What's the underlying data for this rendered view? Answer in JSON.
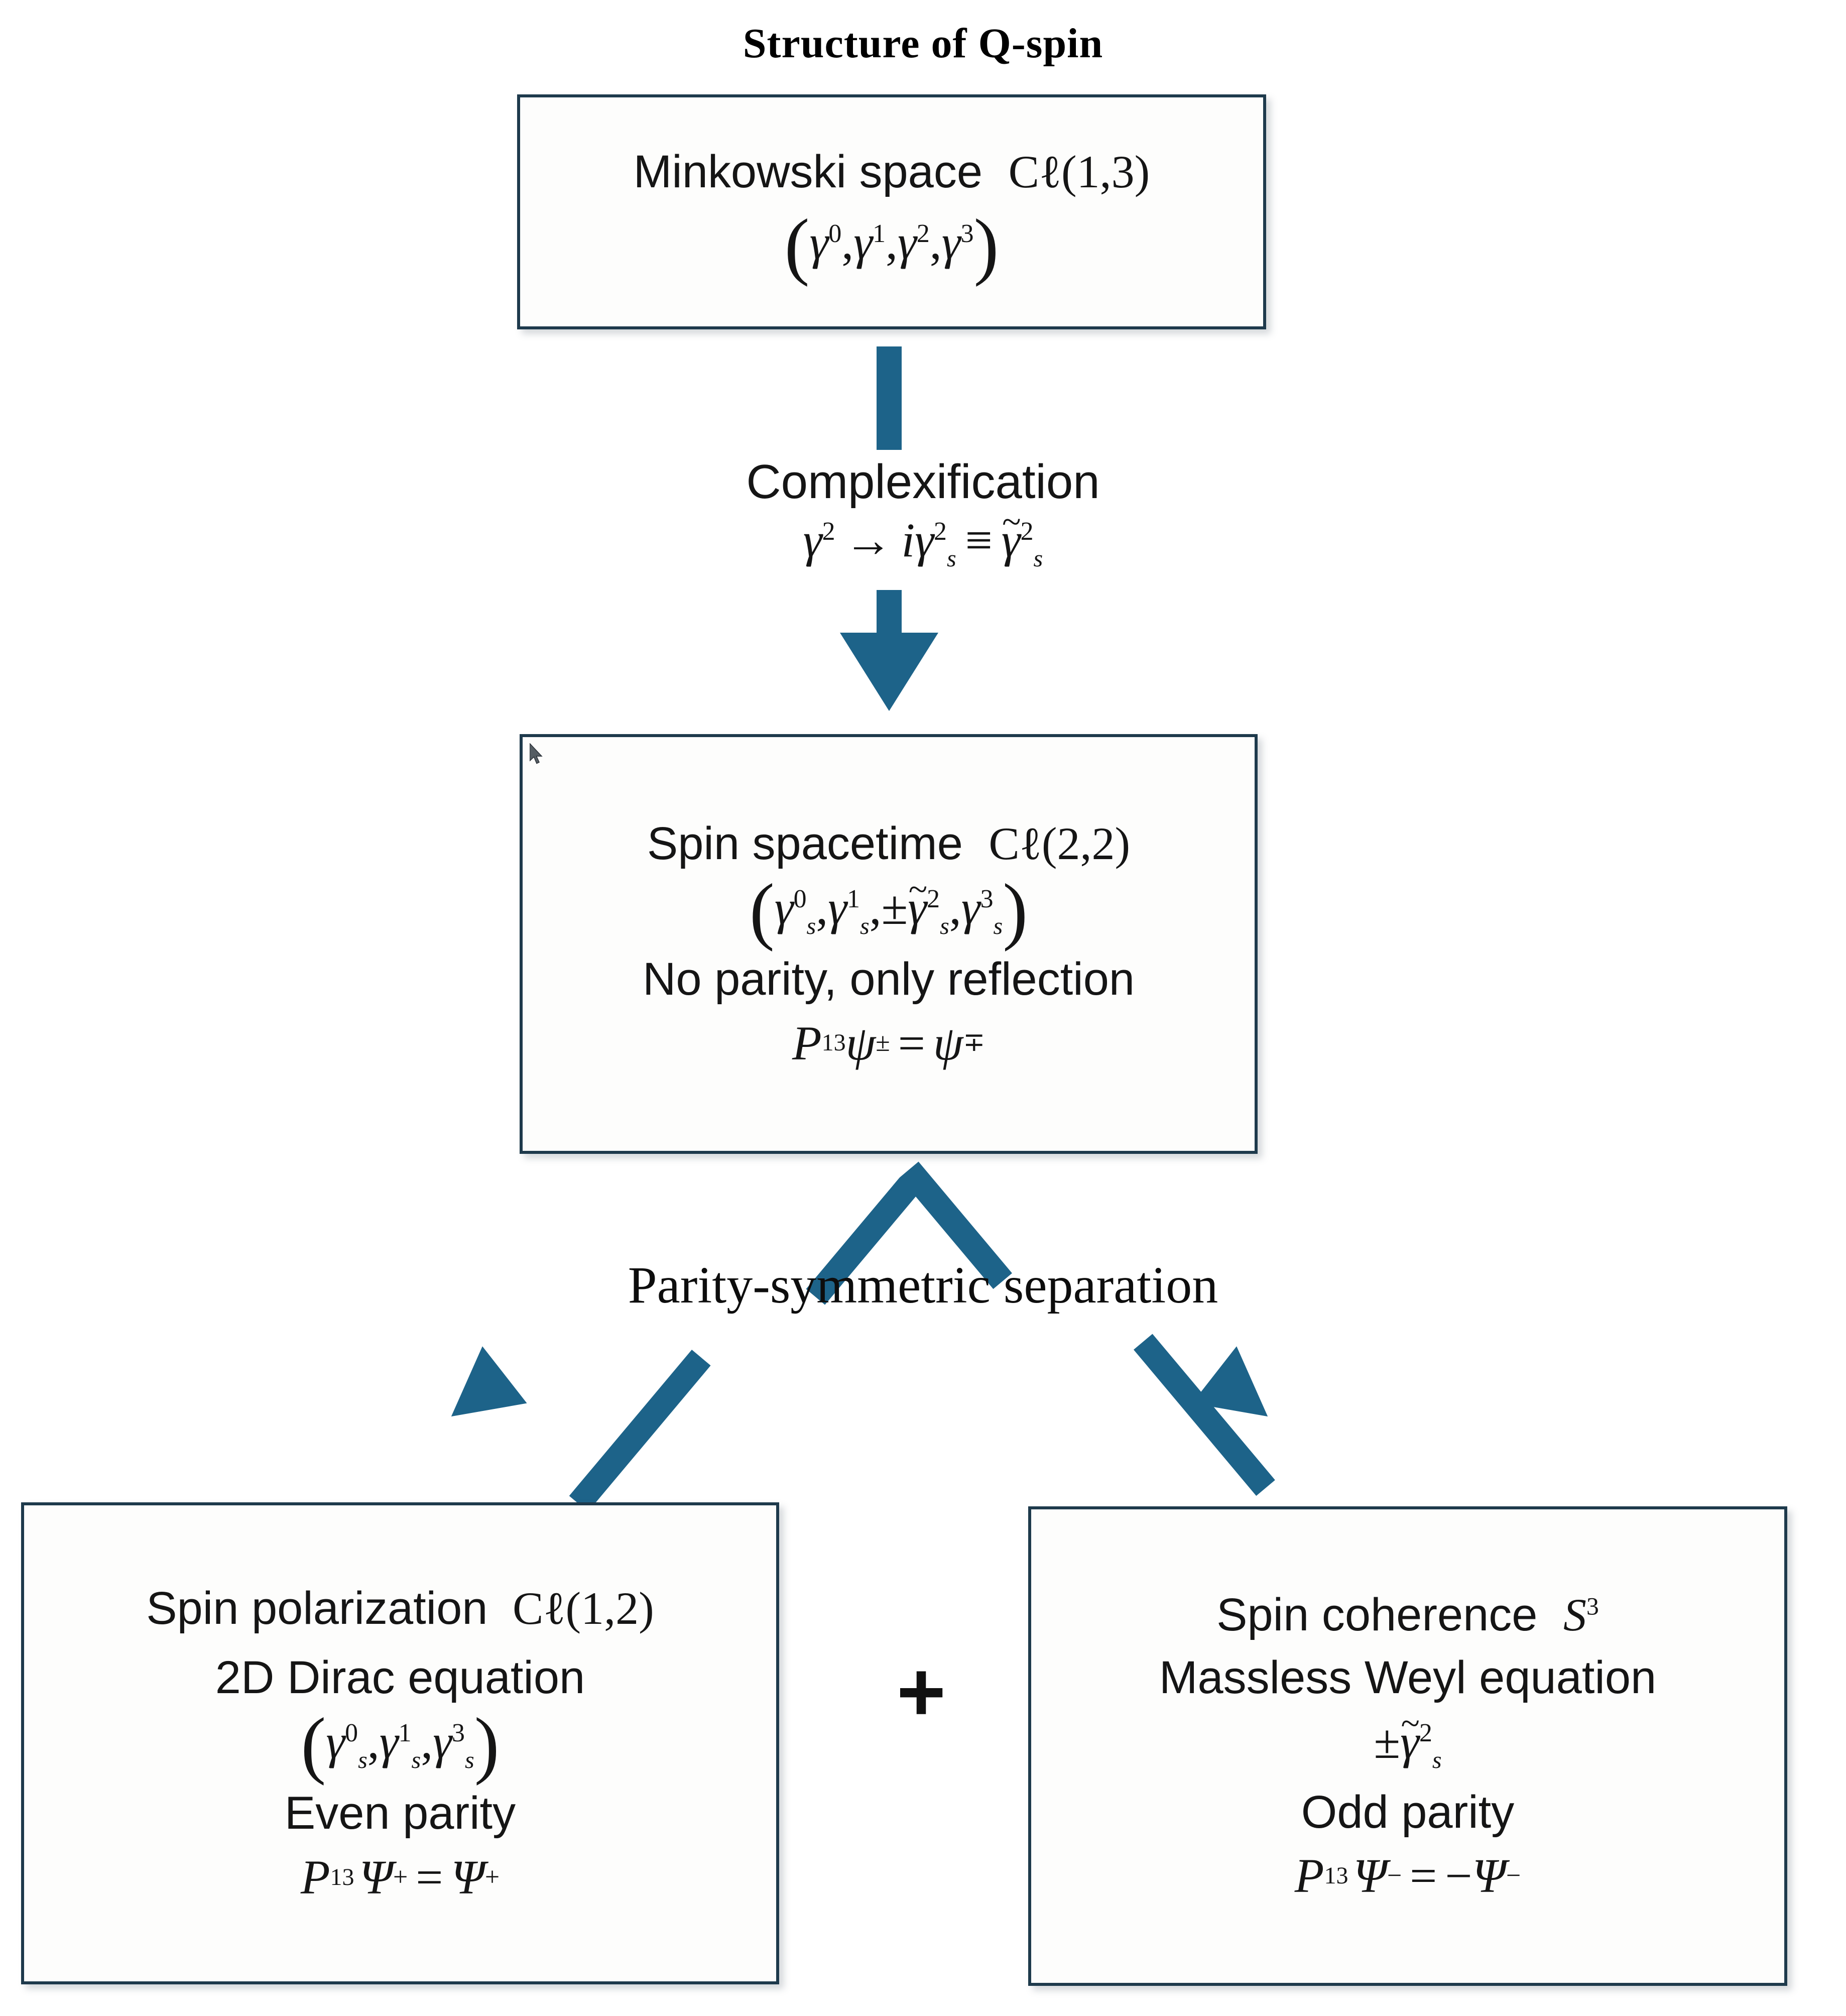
{
  "title": "Structure of Q-spin",
  "nodes": {
    "minkowski": {
      "heading_text": "Minkowski space",
      "algebra": "Cℓ(1,3)",
      "generators": "(γ⁰, γ¹, γ², γ³)"
    },
    "spin_spacetime": {
      "heading_text": "Spin spacetime",
      "algebra": "Cℓ(2,2)",
      "generators": "(γ⁰ₛ, γ¹ₛ, ±γ̃²ₛ, γ³ₛ)",
      "parity_note": "No parity, only reflection",
      "parity_relation": "P₁₃ψ± = ψ∓"
    },
    "spin_polarization": {
      "heading_text": "Spin polarization",
      "algebra": "Cℓ(1,2)",
      "equation_name": "2D Dirac equation",
      "generators": "(γ⁰ₛ, γ¹ₛ, γ³ₛ)",
      "parity_note": "Even parity",
      "parity_relation": "P₁₃Ψ⁺ = Ψ⁺"
    },
    "spin_coherence": {
      "heading_text": "Spin coherence",
      "algebra": "S³",
      "equation_name": "Massless Weyl equation",
      "generators": "±γ̃²ₛ",
      "parity_note": "Odd parity",
      "parity_relation": "P₁₃Ψ⁻ = −Ψ⁻"
    }
  },
  "connectors": {
    "complexification": {
      "label": "Complexification",
      "formula": "γ² → iγ²ₛ ≡ γ̃²ₛ"
    },
    "parity_separation": {
      "label": "Parity-symmetric separation"
    },
    "combine_operator": "+"
  },
  "colors": {
    "box_border": "#1e3a4c",
    "arrow": "#1d6389",
    "text": "#151515",
    "background": "#ffffff"
  }
}
